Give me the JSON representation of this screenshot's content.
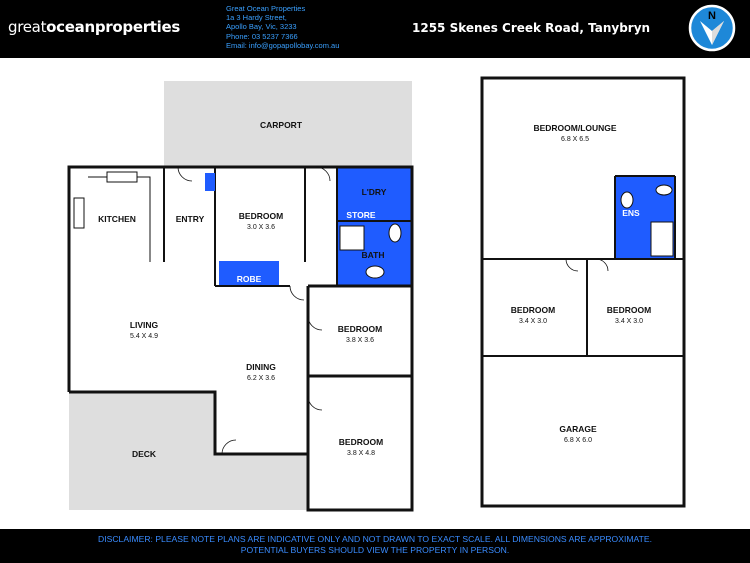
{
  "header": {
    "logo": {
      "part1": "great",
      "part2": "ocean",
      "part3": "properties"
    },
    "contact_lines": [
      "Great Ocean Properties",
      "1a 3 Hardy Street,",
      "Apollo Bay, Vic, 3233",
      "Phone: 03 5237 7366",
      "Email: info@gopapollobay.com.au"
    ],
    "address": "1255 Skenes Creek Road, Tanybryn",
    "compass_letter": "N"
  },
  "rooms": {
    "carport": {
      "name": "CARPORT"
    },
    "kitchen": {
      "name": "KITCHEN"
    },
    "entry": {
      "name": "ENTRY"
    },
    "bedroom1": {
      "name": "BEDROOM",
      "dims": "3.0 X 3.6"
    },
    "robe": {
      "name": "ROBE"
    },
    "laundry": {
      "name": "L'DRY"
    },
    "store": {
      "name": "STORE"
    },
    "bath": {
      "name": "BATH"
    },
    "living": {
      "name": "LIVING",
      "dims": "5.4 X 4.9"
    },
    "dining": {
      "name": "DINING",
      "dims": "6.2 X 3.6"
    },
    "bedroom2": {
      "name": "BEDROOM",
      "dims": "3.8 X 3.6"
    },
    "bedroom3": {
      "name": "BEDROOM",
      "dims": "3.8 X 4.8"
    },
    "deck": {
      "name": "DECK"
    },
    "bedroom_lounge": {
      "name": "BEDROOM/LOUNGE",
      "dims": "6.8 X 6.5"
    },
    "ens": {
      "name": "ENS"
    },
    "bedroom4": {
      "name": "BEDROOM",
      "dims": "3.4 X 3.0"
    },
    "bedroom5": {
      "name": "BEDROOM",
      "dims": "3.4 X 3.0"
    },
    "garage": {
      "name": "GARAGE",
      "dims": "6.8 X 6.0"
    }
  },
  "footer": {
    "line1": "DISCLAIMER: PLEASE NOTE PLANS ARE INDICATIVE ONLY AND NOT DRAWN TO EXACT SCALE. ALL DIMENSIONS ARE APPROXIMATE.",
    "line2": "POTENTIAL BUYERS SHOULD VIEW THE PROPERTY IN PERSON."
  },
  "colors": {
    "header_bg": "#000000",
    "contact_text": "#3aa0ff",
    "wet_area": "#1f5cff",
    "outdoor_area": "#dedede",
    "wall": "#111111",
    "compass_fill": "#1e88d8"
  }
}
